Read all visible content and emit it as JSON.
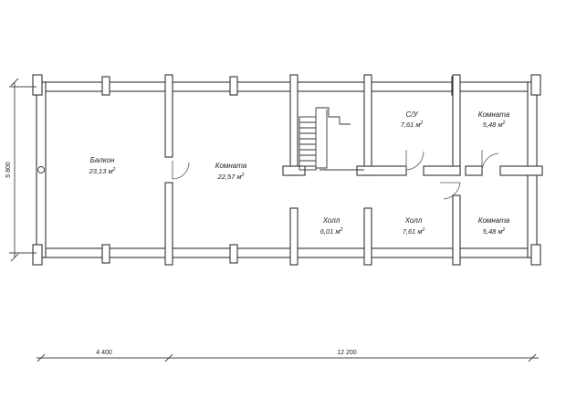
{
  "rooms": [
    {
      "id": "balcony",
      "name": "Балкон",
      "area": "23,13 м"
    },
    {
      "id": "room-1",
      "name": "Комната",
      "area": "22,57 м"
    },
    {
      "id": "bath",
      "name": "С/У",
      "area": "7,61 м"
    },
    {
      "id": "room-2",
      "name": "Комната",
      "area": "5,48 м"
    },
    {
      "id": "hall-1",
      "name": "Холл",
      "area": "6,01 м"
    },
    {
      "id": "hall-2",
      "name": "Холл",
      "area": "7,61 м"
    },
    {
      "id": "room-3",
      "name": "Комната",
      "area": "5,48 м"
    }
  ],
  "area_unit_power": "2",
  "dimensions": {
    "height": "5 800",
    "width_left": "4 400",
    "width_right": "12 200"
  }
}
